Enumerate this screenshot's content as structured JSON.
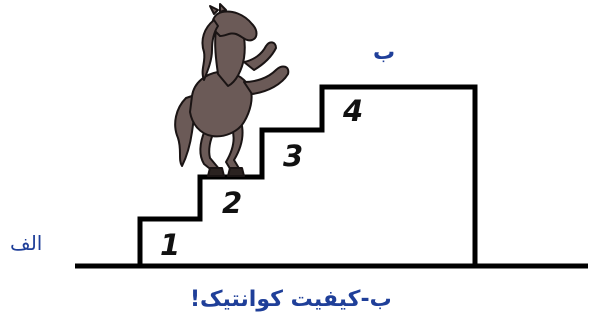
{
  "diagram": {
    "label_alef": "الف",
    "label_be": "ب",
    "caption": "ب-کیفیت کوانتیک!",
    "steps": [
      {
        "number": "1"
      },
      {
        "number": "2"
      },
      {
        "number": "3"
      },
      {
        "number": "4"
      }
    ],
    "horse_icon": "rearing-horse-icon",
    "colors": {
      "line": "#000000",
      "label_blue": "#1f3f99",
      "horse_fill": "#6b5a57",
      "horse_stroke": "#1a1414"
    }
  }
}
